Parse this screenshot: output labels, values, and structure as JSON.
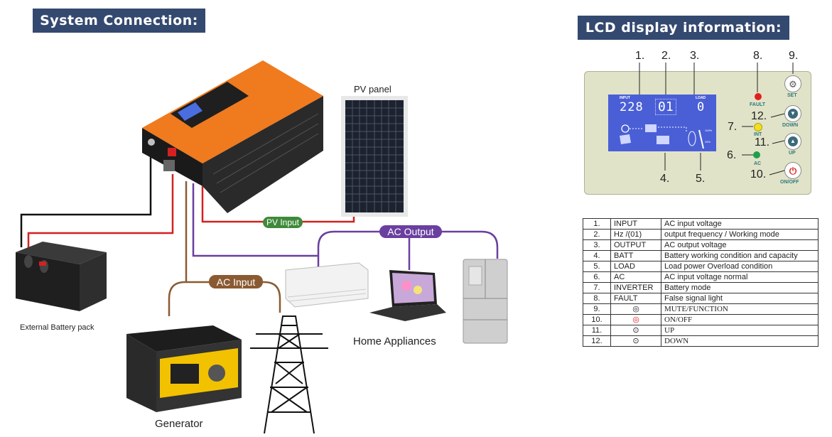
{
  "left": {
    "title": "System Connection:",
    "labels": {
      "pv_panel": "PV panel",
      "pv_input": "PV Input",
      "ac_output": "AC Output",
      "ac_input": "AC Input",
      "battery": "External Battery pack",
      "home_appliances": "Home Appliances",
      "generator": "Generator"
    },
    "colors": {
      "pv_input": "#3e8a3a",
      "ac_output": "#6a3fa0",
      "ac_input": "#8a5a32",
      "inverter": "#f07a1e"
    }
  },
  "right": {
    "title": "LCD display information:",
    "callouts": [
      "1.",
      "2.",
      "3.",
      "4.",
      "5.",
      "6.",
      "7.",
      "8.",
      "9.",
      "10.",
      "11.",
      "12."
    ],
    "screen": {
      "input": "INPUT",
      "input_value": "228",
      "mode_value": "01",
      "load": "LOAD",
      "load_value": "0",
      "pct_100": "100%",
      "pct_25": "25%"
    },
    "indicators": {
      "fault": "FAULT",
      "int": "INT",
      "ac": "AC"
    },
    "buttons": {
      "set": "SET",
      "down": "DOWN",
      "up": "UP",
      "onoff": "ON/OFF"
    },
    "table": [
      [
        "1.",
        "INPUT",
        "AC input voltage"
      ],
      [
        "2.",
        "Hz /(01)",
        "output frequency / Working mode"
      ],
      [
        "3.",
        "OUTPUT",
        "AC output voltage"
      ],
      [
        "4.",
        "BATT",
        "Battery working condition and capacity"
      ],
      [
        "5.",
        "LOAD",
        "Load power    Overload condition"
      ],
      [
        "6.",
        "AC",
        "AC input voltage normal"
      ],
      [
        "7.",
        "INVERTER",
        "Battery mode"
      ],
      [
        "8.",
        "FAULT",
        "False signal light"
      ],
      [
        "9.",
        "◎",
        "MUTE/FUNCTION"
      ],
      [
        "10.",
        "◎",
        "ON/OFF"
      ],
      [
        "11.",
        "⊙",
        "UP"
      ],
      [
        "12.",
        "⊙",
        "DOWN"
      ]
    ]
  }
}
